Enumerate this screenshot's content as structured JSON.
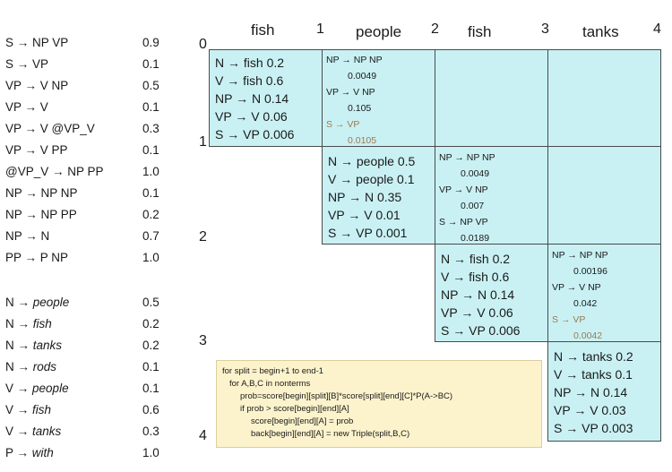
{
  "grammar": {
    "rules": [
      {
        "lhs": "S → NP VP",
        "prob": "0.9"
      },
      {
        "lhs": "S → VP",
        "prob": "0.1"
      },
      {
        "lhs": "VP → V NP",
        "prob": "0.5"
      },
      {
        "lhs": "VP → V",
        "prob": "0.1"
      },
      {
        "lhs": "VP → V @VP_V",
        "prob": "0.3"
      },
      {
        "lhs": "VP → V PP",
        "prob": "0.1"
      },
      {
        "lhs": "@VP_V → NP PP",
        "prob": "1.0"
      },
      {
        "lhs": "NP → NP NP",
        "prob": "0.1"
      },
      {
        "lhs": "NP → NP PP",
        "prob": "0.2"
      },
      {
        "lhs": "NP → N",
        "prob": "0.7"
      },
      {
        "lhs": "PP → P NP",
        "prob": "1.0"
      }
    ],
    "lexicon": [
      {
        "lhs": "N →",
        "word": "people",
        "prob": "0.5"
      },
      {
        "lhs": "N →",
        "word": "fish",
        "prob": "0.2"
      },
      {
        "lhs": "N →",
        "word": "tanks",
        "prob": "0.2"
      },
      {
        "lhs": "N →",
        "word": "rods",
        "prob": "0.1"
      },
      {
        "lhs": "V →",
        "word": "people",
        "prob": "0.1"
      },
      {
        "lhs": "V →",
        "word": "fish",
        "prob": "0.6"
      },
      {
        "lhs": "V →",
        "word": "tanks",
        "prob": "0.3"
      },
      {
        "lhs": "P →",
        "word": "with",
        "prob": "1.0"
      }
    ]
  },
  "chart": {
    "words": [
      "fish",
      "people",
      "fish",
      "tanks"
    ],
    "indices": [
      "0",
      "1",
      "2",
      "3",
      "4"
    ],
    "cells": {
      "c01": [
        "N → fish 0.2",
        "V → fish 0.6",
        "NP → N 0.14",
        "VP → V 0.06",
        "S → VP 0.006"
      ],
      "c12": [
        "N → people 0.5",
        "V → people 0.1",
        "NP → N 0.35",
        "VP → V 0.01",
        "S → VP 0.001"
      ],
      "c23": [
        "N → fish 0.2",
        "V → fish 0.6",
        "NP → N 0.14",
        "VP → V 0.06",
        "S → VP 0.006"
      ],
      "c34": [
        "N → tanks 0.2",
        "V → tanks 0.1",
        "NP → N 0.14",
        "VP → V 0.03",
        "S → VP 0.003"
      ],
      "c02": {
        "r1": "NP → NP NP",
        "v1": "0.0049",
        "r2": "VP → V NP",
        "v2": "0.105",
        "r3": "S → VP",
        "v3": "0.0105"
      },
      "c13": {
        "r1": "NP → NP NP",
        "v1": "0.0049",
        "r2": "VP → V NP",
        "v2": "0.007",
        "r3": "S → NP VP",
        "v3": "0.0189"
      },
      "c24": {
        "r1": "NP → NP NP",
        "v1": "0.00196",
        "r2": "VP → V NP",
        "v2": "0.042",
        "r3": "S → VP",
        "v3": "0.0042"
      }
    }
  },
  "code": [
    "for split = begin+1 to end-1",
    "for A,B,C in nonterms",
    "prob=score[begin][split][B]*score[split][end][C]*P(A->BC)",
    "if prob > score[begin][end][A]",
    "score[begin][end][A] = prob",
    "back[begin][end][A] = new Triple(split,B,C)"
  ],
  "colors": {
    "cell": "#c9f1f4",
    "code_bg": "#fcf3cc",
    "faded": "#9a7a50"
  }
}
